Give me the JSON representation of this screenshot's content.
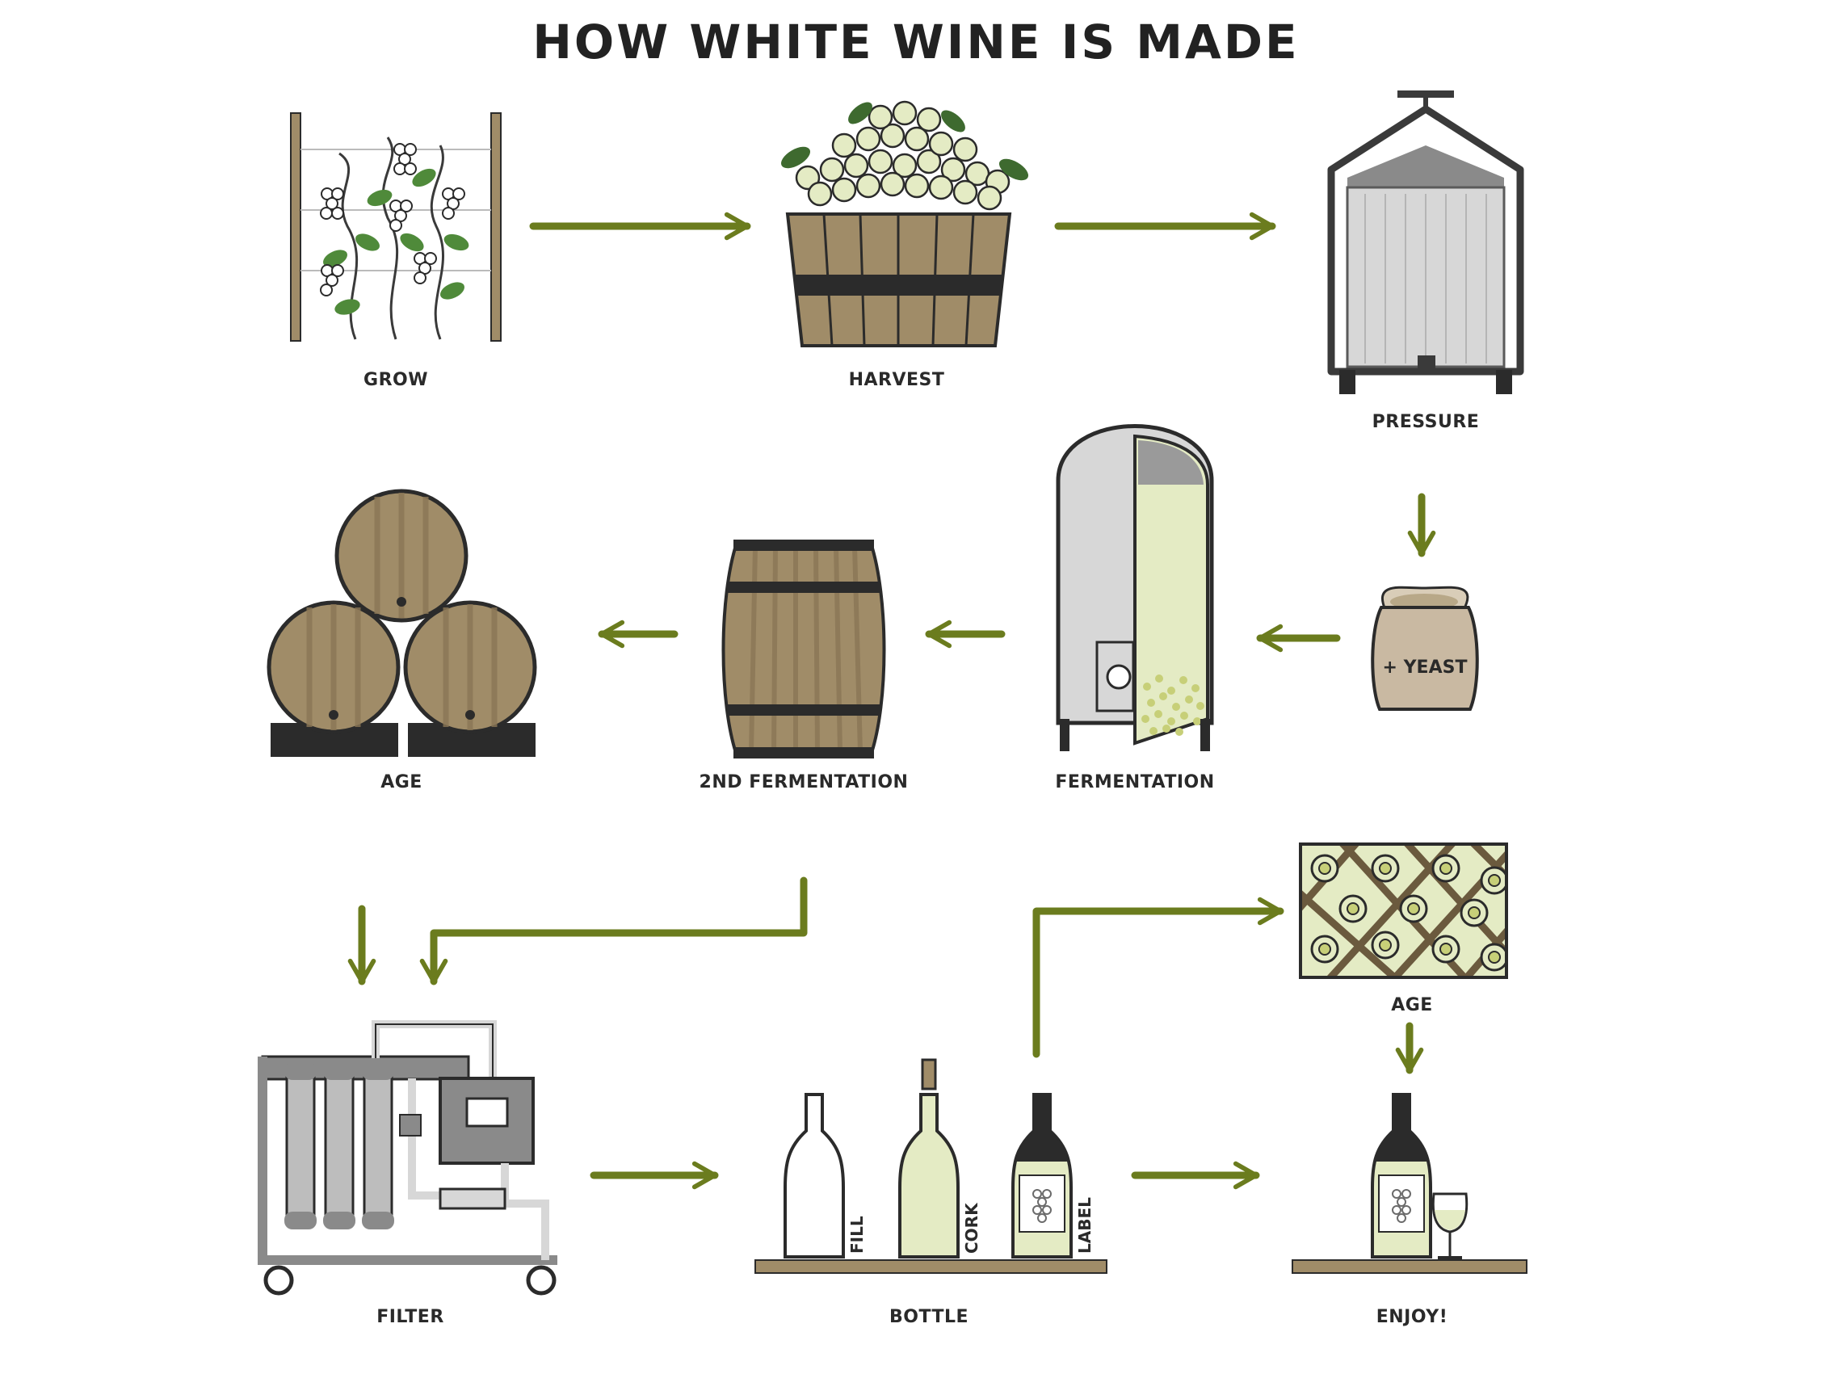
{
  "title": "HOW WHITE WINE IS MADE",
  "steps": {
    "grow": "GROW",
    "harvest": "HARVEST",
    "pressure": "PRESSURE",
    "yeast": "+ YEAST",
    "fermentation": "FERMENTATION",
    "second_fermentation": "2ND FERMENTATION",
    "age_barrels": "AGE",
    "filter": "FILTER",
    "bottle": "BOTTLE",
    "age_rack": "AGE",
    "enjoy": "ENJOY!"
  },
  "bottle_actions": {
    "fill": "FILL",
    "cork": "CORK",
    "label": "LABEL"
  },
  "colors": {
    "arrow": "#6b7c1e",
    "wood": "#a08c68",
    "wood_dark": "#7e6b4a",
    "outline": "#2b2b2b",
    "wine": "#e4ebc4",
    "metal": "#d7d7d7",
    "sack": "#c9b9a2"
  }
}
